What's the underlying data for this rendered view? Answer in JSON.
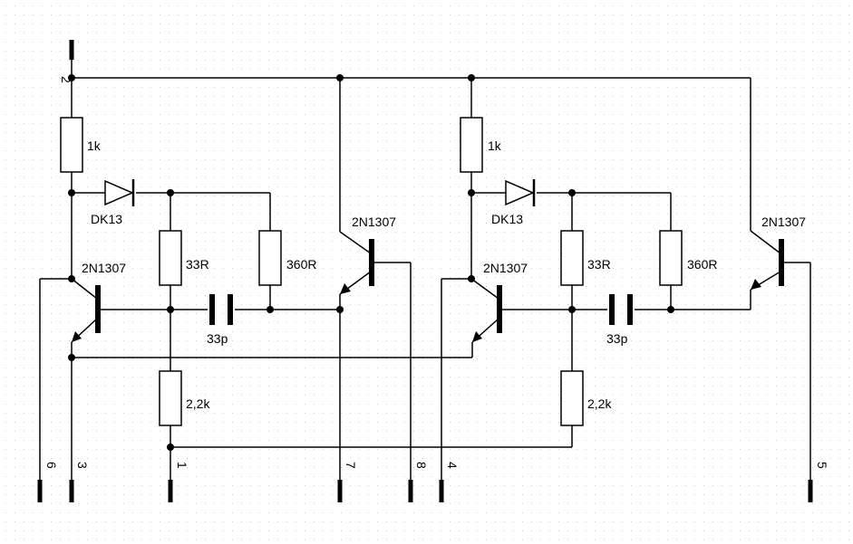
{
  "pins": {
    "p1": "1",
    "p2": "2",
    "p3": "3",
    "p4": "4",
    "p5": "5",
    "p6": "6",
    "p7": "7",
    "p8": "8"
  },
  "left": {
    "r_top": "1k",
    "diode": "DK13",
    "r_33": "33R",
    "r_360": "360R",
    "cap": "33p",
    "r_bottom": "2,2k",
    "q1": "2N1307",
    "q2": "2N1307"
  },
  "right": {
    "r_top": "1k",
    "diode": "DK13",
    "r_33": "33R",
    "r_360": "360R",
    "cap": "33p",
    "r_bottom": "2,2k",
    "q1": "2N1307",
    "q2": "2N1307"
  }
}
